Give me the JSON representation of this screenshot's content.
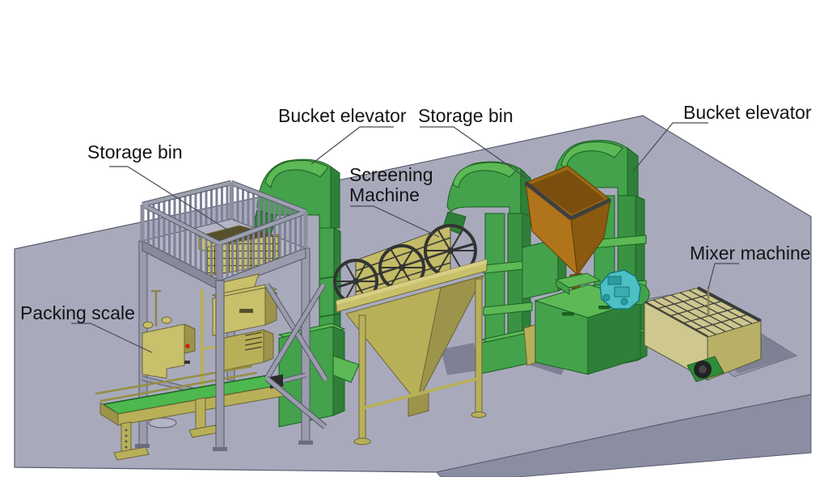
{
  "diagram": {
    "type": "3d-machinery-plant-layout",
    "labels": {
      "storage_bin_left": "Storage bin",
      "bucket_elevator_left": "Bucket elevator",
      "screening_machine_line1": "Screening",
      "screening_machine_line2": "Machine",
      "storage_bin_center": "Storage bin",
      "bucket_elevator_right": "Bucket elevator",
      "mixer_machine": "Mixer machine",
      "packing_scale": "Packing scale"
    },
    "colors": {
      "machine_green": "#43a24b",
      "machine_green_light": "#5cb956",
      "machine_green_dark": "#2e8038",
      "storage_bin_orange": "#b0741a",
      "equipment_olive": "#b8b059",
      "floor_gray": "#a8aabc",
      "floor_front_gray": "#8b8da2",
      "motor_teal": "#4cc0c4",
      "conveyor_belt_green": "#4cb84e",
      "steel_gray": "#9a9cac",
      "label_text": "#141414"
    }
  }
}
